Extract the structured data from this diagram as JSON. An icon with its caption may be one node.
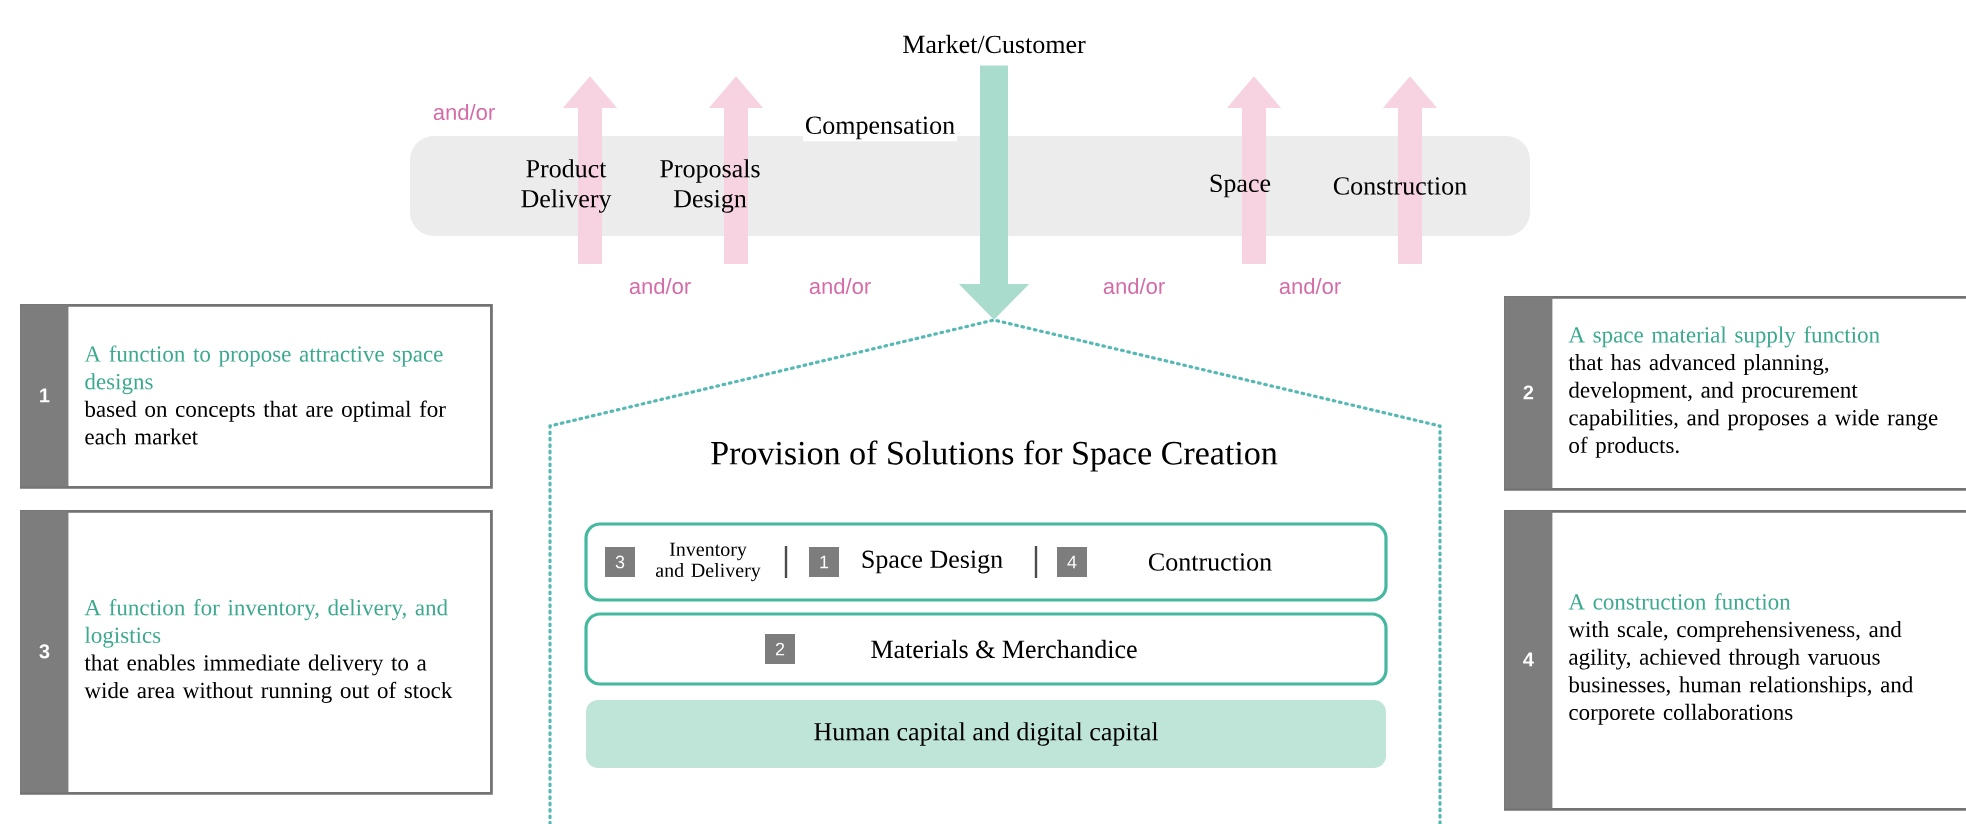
{
  "diagram": {
    "nodes": [
      {
        "text": [
          "Market/Customer"
        ]
      },
      {
        "text": [
          "Product Delivery",
          "Proposals Design",
          "Space",
          "Construction"
        ]
      },
      {
        "text": [
          "Provision of Solutions for Space Creation"
        ]
      },
      {
        "text": [
          "3",
          "Inventory and Delivery",
          "1",
          "Space Design",
          "4",
          "Contruction"
        ],
        "in": 2
      },
      {
        "text": [
          "2",
          "Materials & Merchandice"
        ],
        "in": 2
      },
      {
        "text": [
          "Human capital and digital capital"
        ],
        "in": 2
      },
      {
        "text": [
          "1",
          "A function to propose attractive space designs",
          "based on concepts that are optimal for each market"
        ]
      },
      {
        "text": [
          "2",
          "A space material supply function",
          "that has advanced planning, development, and procurement capabilities, and proposes a wide range of products."
        ]
      },
      {
        "text": [
          "3",
          "A function for inventory, delivery, and logistics",
          "that enables immediate delivery to a wide area without running out of stock"
        ]
      },
      {
        "text": [
          "4",
          "A construction function",
          "with scale, comprehensiveness, and agility, achieved through varuous businesses, human relationships, and corporete collaborations"
        ]
      }
    ],
    "edges": [
      {
        "from": 0,
        "to": 2,
        "arrow": "to",
        "label": "Compensation"
      }
    ],
    "labels": [
      "and/or",
      "and/or",
      "and/or",
      "and/or",
      "and/or"
    ]
  }
}
